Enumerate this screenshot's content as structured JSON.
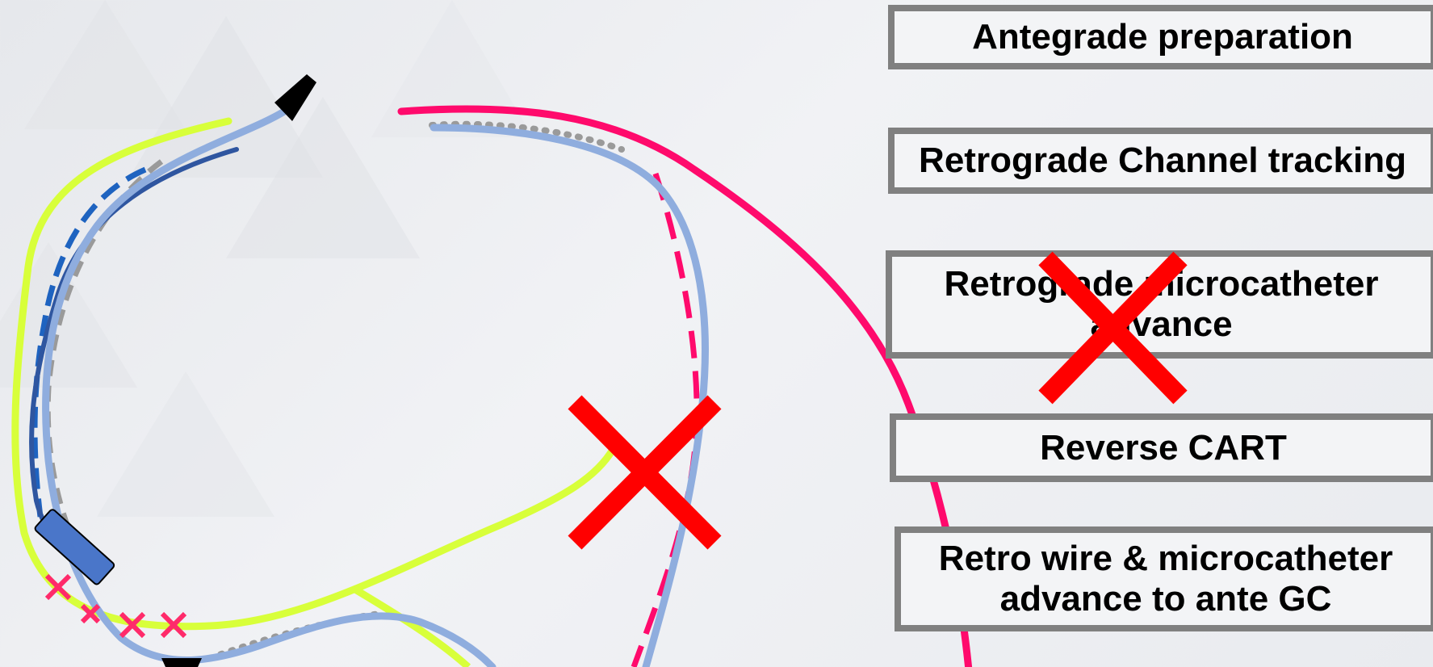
{
  "steps": [
    {
      "label": "Antegrade preparation"
    },
    {
      "label": "Retrograde Channel tracking"
    },
    {
      "label": "Retrograde microcatheter\nadvance"
    },
    {
      "label": "Reverse CART"
    },
    {
      "label": "Retro wire & microcatheter\nadvance to ante GC"
    }
  ],
  "colors": {
    "background": "#eceef1",
    "box_border": "#808080",
    "magenta_path": "#ff0a6c",
    "lime_path": "#d8ff3a",
    "light_blue_path": "#8fadde",
    "dark_blue_path": "#2f56a0",
    "dashed_blue_path": "#1e63c0",
    "gray_dotted_path": "#9a9a9a",
    "catheter_fill": "#4a76c9",
    "tip_black": "#000000",
    "cross_red": "#ff0000",
    "small_cross_magenta": "#ff2a6a"
  },
  "icons": {
    "big_cross": "red-x-mark-icon",
    "small_cross": "small-magenta-x-icon",
    "catheter": "catheter-segment-icon",
    "tip": "guide-catheter-tip-icon"
  }
}
